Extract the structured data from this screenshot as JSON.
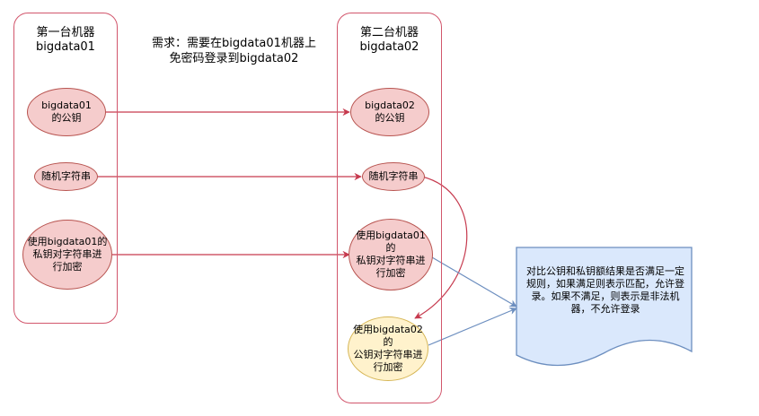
{
  "note": "需求：需要在bigdata01机器上\n免密码登录到bigdata02",
  "machine1": {
    "title": "第一台机器\nbigdata01"
  },
  "machine2": {
    "title": "第二台机器\nbigdata02"
  },
  "m1_nodes": {
    "pubkey": "bigdata01\n的公钥",
    "random": "随机字符串",
    "encrypt": "使用bigdata01的\n私钥对字符串进\n行加密"
  },
  "m2_nodes": {
    "pubkey": "bigdata02\n的公钥",
    "random": "随机字符串",
    "encrypt_private": "使用bigdata01的\n私钥对字符串进\n行加密",
    "encrypt_public": "使用bigdata02的\n公钥对字符串进\n行加密"
  },
  "result_doc": "对比公钥和私钥额结果是否满足一定\n规则，如果满足则表示匹配，允许登\n录。如果不满足，则表示是非法机\n器，不允许登录",
  "colors": {
    "machine_border": "#d2566c",
    "red_fill": "#f5cccc",
    "red_stroke": "#b85450",
    "yellow_fill": "#fff2cc",
    "yellow_stroke": "#d6b656",
    "doc_fill": "#dae8fc",
    "doc_stroke": "#6c8ebf",
    "arrow_red": "#c63a4e",
    "arrow_blue": "#6c8ebf"
  }
}
